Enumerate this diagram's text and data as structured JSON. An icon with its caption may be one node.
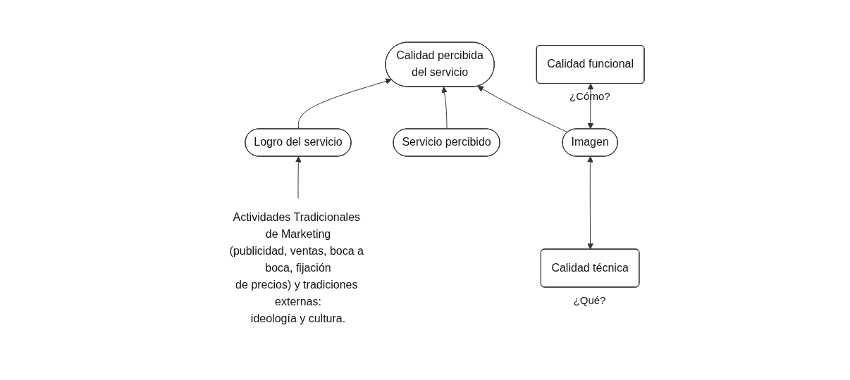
{
  "diagram": {
    "nodes": [
      {
        "text": [
          "Logro del servicio"
        ]
      },
      {
        "text": [
          "Calidad percibida del servicio"
        ]
      },
      {
        "text": [
          "Servicio percibido"
        ]
      },
      {
        "text": [
          "Actividades Tradicionales de Marketing (publicidad, ventas, boca a boca, fijación de precios) y tradiciones externas: ideología y cultura."
        ]
      },
      {
        "text": [
          "Imagen"
        ]
      },
      {
        "text": [
          "Calidad técnica"
        ],
        "beside": [
          "¿Qué?"
        ]
      },
      {
        "text": [
          "Calidad funcional"
        ],
        "beside": [
          "¿Cómo?"
        ]
      }
    ],
    "edges": [
      {
        "from": 0,
        "to": 1,
        "arrow": "to"
      },
      {
        "from": 2,
        "to": 1,
        "arrow": "to"
      },
      {
        "from": 3,
        "to": 0,
        "arrow": "to"
      },
      {
        "from": 4,
        "to": 1,
        "arrow": "to"
      },
      {
        "from": 5,
        "to": 4,
        "arrow": "both"
      },
      {
        "from": 4,
        "to": 6,
        "arrow": "both"
      }
    ]
  }
}
